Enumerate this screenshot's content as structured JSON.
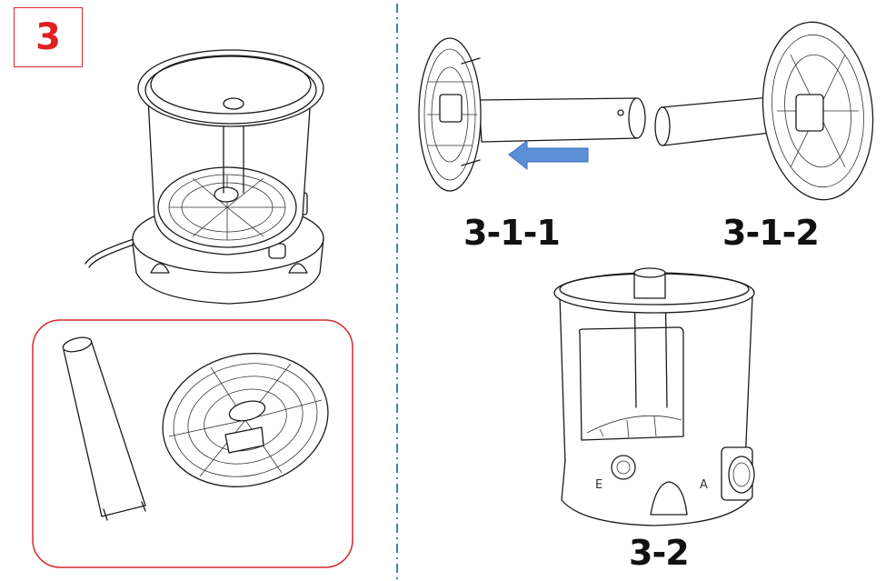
{
  "step": {
    "number": "3"
  },
  "captions": {
    "part_1": "3-1-1",
    "part_2": "3-1-2",
    "part_3": "3-2"
  },
  "device_labels": {
    "left": "E",
    "right": "A"
  },
  "colors": {
    "step_accent": "#e02020",
    "parts_box_border": "#d62a2a",
    "divider": "#3a7fc0",
    "arrow": "#5b8fd6"
  }
}
